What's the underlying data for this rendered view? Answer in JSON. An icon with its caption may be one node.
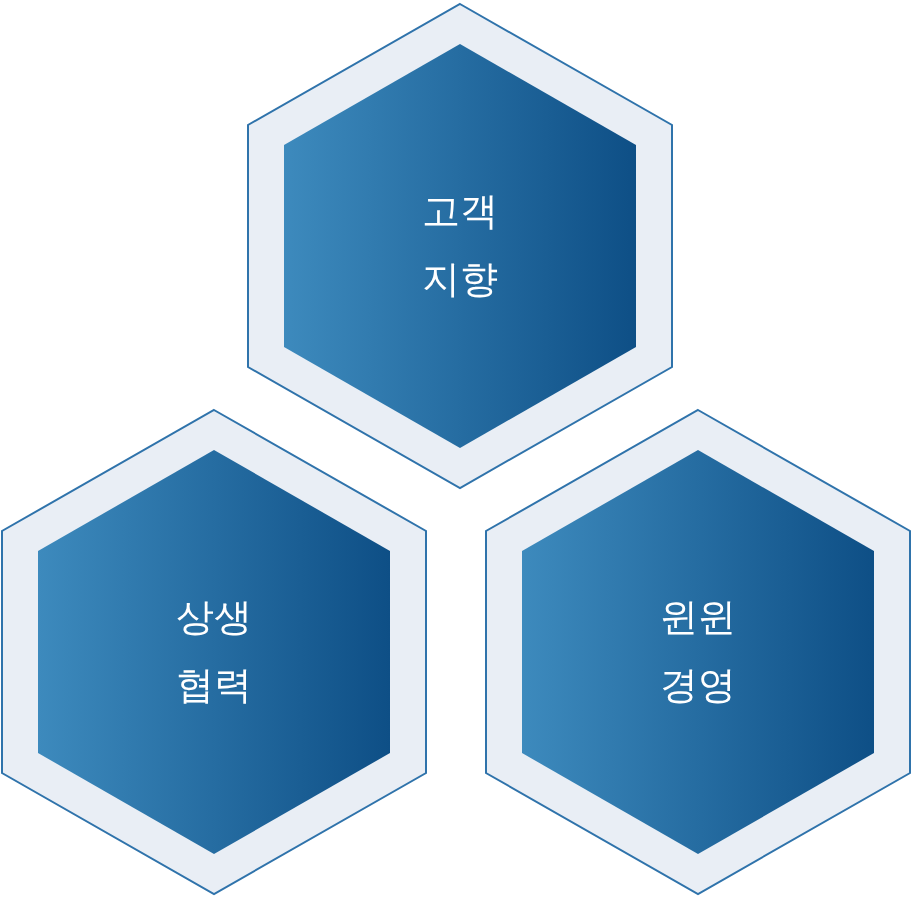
{
  "diagram": {
    "nodes": [
      {
        "text": [
          "고객 지향"
        ]
      },
      {
        "text": [
          "상생 협력"
        ]
      },
      {
        "text": [
          "윈윈 경영"
        ]
      }
    ]
  }
}
